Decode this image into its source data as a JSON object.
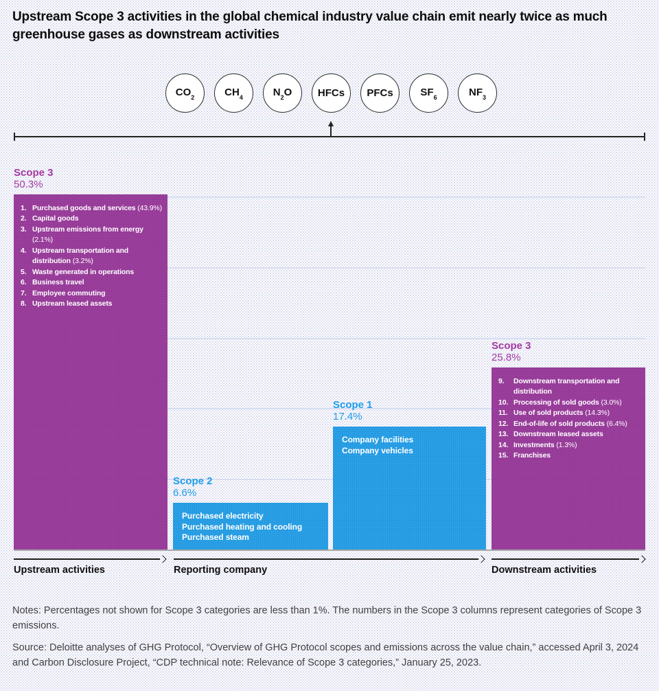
{
  "title": "Upstream Scope 3 activities in the global chemical industry value chain emit nearly twice as much greenhouse gases as downstream activities",
  "gases": [
    {
      "pre": "CO",
      "sub": "2",
      "post": ""
    },
    {
      "pre": "CH",
      "sub": "4",
      "post": ""
    },
    {
      "pre": "N",
      "sub": "2",
      "post": "O"
    },
    {
      "pre": "HFCs",
      "sub": "",
      "post": ""
    },
    {
      "pre": "PFCs",
      "sub": "",
      "post": ""
    },
    {
      "pre": "SF",
      "sub": "6",
      "post": ""
    },
    {
      "pre": "NF",
      "sub": "3",
      "post": ""
    }
  ],
  "chart_data": {
    "type": "bar",
    "unit": "%",
    "ylim": [
      0,
      55
    ],
    "grid": true,
    "gridlines_pct": [
      10,
      20,
      30,
      40,
      50
    ],
    "categories": [
      "Scope 3 (upstream)",
      "Scope 2",
      "Scope 1",
      "Scope 3 (downstream)"
    ],
    "values": [
      50.3,
      6.6,
      17.4,
      25.8
    ],
    "bars": [
      {
        "id": "scope3-upstream",
        "scope": "Scope 3",
        "pct_label": "50.3%",
        "value": 50.3,
        "color": "#9c3f9e",
        "label_color": "#a23aa2",
        "numbered": true,
        "items": [
          {
            "num": "1.",
            "text": "Purchased goods and services",
            "pct": "(43.9%)"
          },
          {
            "num": "2.",
            "text": "Capital goods",
            "pct": ""
          },
          {
            "num": "3.",
            "text": "Upstream emissions from energy",
            "pct": "(2.1%)"
          },
          {
            "num": "4.",
            "text": "Upstream transportation and distribution",
            "pct": "(3.2%)"
          },
          {
            "num": "5.",
            "text": "Waste generated in operations",
            "pct": ""
          },
          {
            "num": "6.",
            "text": "Business travel",
            "pct": ""
          },
          {
            "num": "7.",
            "text": "Employee commuting",
            "pct": ""
          },
          {
            "num": "8.",
            "text": "Upstream leased assets",
            "pct": ""
          }
        ]
      },
      {
        "id": "scope2",
        "scope": "Scope 2",
        "pct_label": "6.6%",
        "value": 6.6,
        "color": "#29a3ea",
        "label_color": "#1f9de9",
        "numbered": false,
        "items": [
          {
            "num": "",
            "text": "Purchased electricity",
            "pct": ""
          },
          {
            "num": "",
            "text": "Purchased heating and cooling",
            "pct": ""
          },
          {
            "num": "",
            "text": "Purchased steam",
            "pct": ""
          }
        ]
      },
      {
        "id": "scope1",
        "scope": "Scope 1",
        "pct_label": "17.4%",
        "value": 17.4,
        "color": "#29a3ea",
        "label_color": "#1f9de9",
        "numbered": false,
        "items": [
          {
            "num": "",
            "text": "Company facilities",
            "pct": ""
          },
          {
            "num": "",
            "text": "Company vehicles",
            "pct": ""
          }
        ]
      },
      {
        "id": "scope3-downstream",
        "scope": "Scope 3",
        "pct_label": "25.8%",
        "value": 25.8,
        "color": "#9c3f9e",
        "label_color": "#a23aa2",
        "numbered": true,
        "items": [
          {
            "num": "9.",
            "text": "Downstream transportation and distribution",
            "pct": ""
          },
          {
            "num": "10.",
            "text": "Processing of sold goods",
            "pct": "(3.0%)"
          },
          {
            "num": "11.",
            "text": "Use of sold products",
            "pct": "(14.3%)"
          },
          {
            "num": "12.",
            "text": "End-of-life of sold products",
            "pct": "(6.4%)"
          },
          {
            "num": "13.",
            "text": "Downstream leased assets",
            "pct": ""
          },
          {
            "num": "14.",
            "text": "Investments",
            "pct": "(1.3%)"
          },
          {
            "num": "15.",
            "text": "Franchises",
            "pct": ""
          }
        ]
      }
    ]
  },
  "axis": {
    "upstream": "Upstream activities",
    "reporting": "Reporting company",
    "downstream": "Downstream activities"
  },
  "notes": "Notes: Percentages not shown for Scope 3 categories are less than 1%. The numbers in the Scope 3 columns represent categories of Scope 3 emissions.",
  "source": "Source: Deloitte analyses of GHG Protocol, “Overview of GHG Protocol scopes and emissions across the value chain,” accessed April 3, 2024 and Carbon Disclosure Project, “CDP technical note: Relevance of Scope 3 categories,” January 25, 2023."
}
